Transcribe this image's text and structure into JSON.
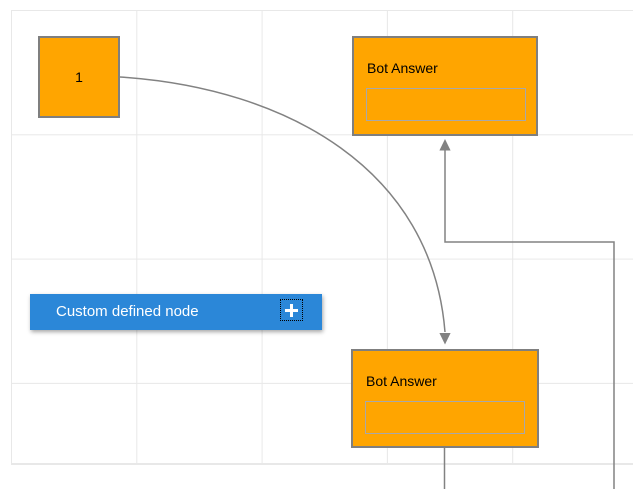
{
  "diagram": {
    "nodes": {
      "start": {
        "label": "1"
      },
      "bot_answer_top": {
        "title": "Bot Answer",
        "input_value": ""
      },
      "bot_answer_bottom": {
        "title": "Bot Answer",
        "input_value": ""
      },
      "custom_defined": {
        "label": "Custom defined node",
        "icon": "plus-icon"
      }
    },
    "edges": [
      {
        "from": "start",
        "to": "bot_answer_bottom",
        "type": "bezier-curve",
        "arrow": "target"
      },
      {
        "from": "bot_answer_bottom",
        "to": "bot_answer_top",
        "type": "orthogonal",
        "arrow": "target"
      }
    ]
  },
  "colors": {
    "canvas-bg": "#FFFFFF",
    "grid-line": "#E8E8E8",
    "node-fill": "#FFA500",
    "node-border": "#7F7F7F",
    "input-border": "#A8A8A8",
    "custom-node-fill": "#2B87D8",
    "custom-node-text": "#FFFFFF",
    "connector": "#828282",
    "label-text": "#000000"
  }
}
